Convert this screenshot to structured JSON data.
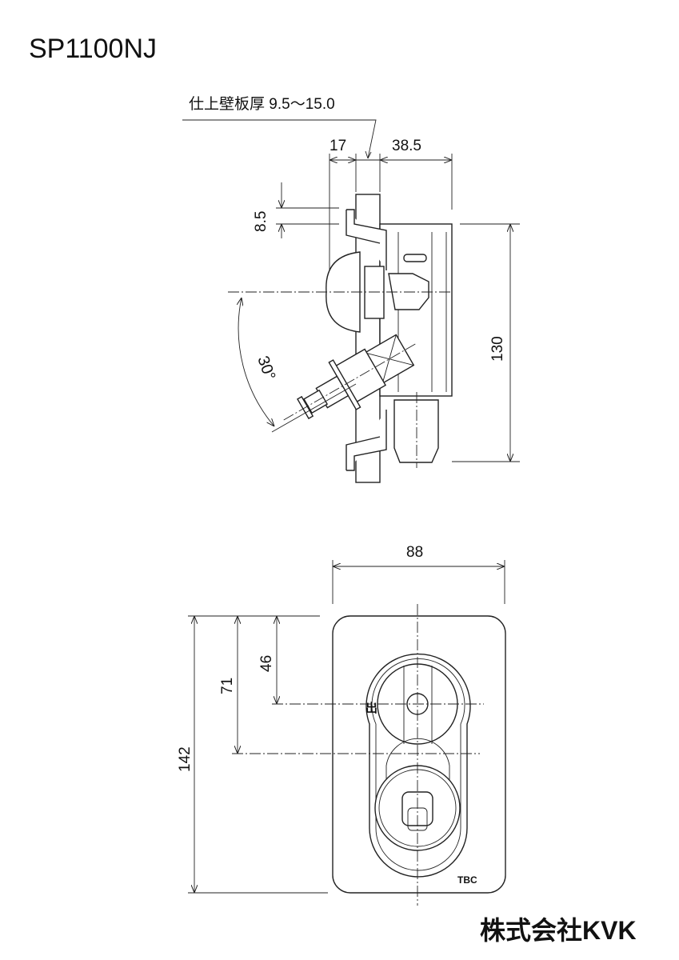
{
  "title": "SP1100NJ",
  "side_view": {
    "wall_thickness_label": "仕上壁板厚 9.5～15.0",
    "dim_17": "17",
    "dim_38_5": "38.5",
    "dim_8_5": "8.5",
    "dim_130": "130",
    "angle": "30°"
  },
  "front_view": {
    "dim_88": "88",
    "dim_142": "142",
    "dim_71": "71",
    "dim_46": "46",
    "outlet_mark": "出",
    "brand_mark": "TBC"
  },
  "logo": "株式会社KVK"
}
